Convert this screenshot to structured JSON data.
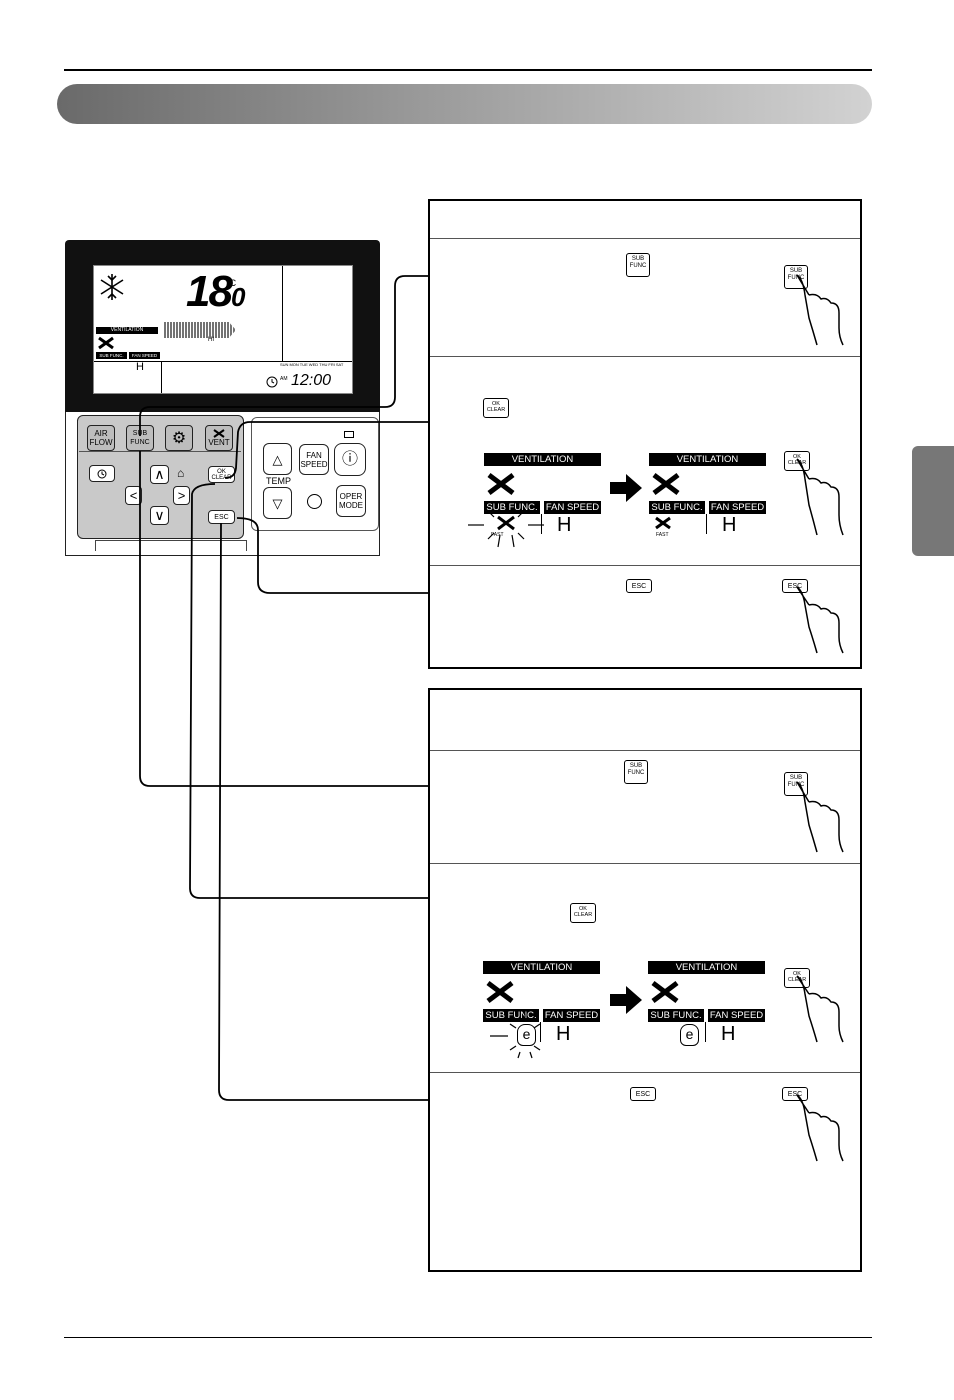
{
  "remote": {
    "lcd_temp": "18",
    "lcd_temp_decimal": "0",
    "lcd_unit": "°C",
    "lcd_ventilation": "VENTILATION",
    "lcd_sub_func": "SUB FUNC.",
    "lcd_fan_speed": "FAN SPEED",
    "lcd_fan_value": "H",
    "lcd_hi": "HI",
    "lcd_days": [
      "SUN",
      "MON",
      "TUE",
      "WED",
      "THU",
      "FRI",
      "SAT"
    ],
    "lcd_am": "AM",
    "lcd_clock": "12:00",
    "btn_air_flow": [
      "AIR",
      "FLOW"
    ],
    "btn_sub_func": [
      "SUB",
      "FUNC"
    ],
    "btn_vent": "VENT",
    "btn_ok_clear": [
      "OK",
      "CLEAR"
    ],
    "btn_esc": "ESC",
    "btn_fan_speed": [
      "FAN",
      "SPEED"
    ],
    "btn_temp": "TEMP",
    "btn_oper_mode": [
      "OPER",
      "MODE"
    ]
  },
  "section1": {
    "step2_bars": {
      "ventilation": "VENTILATION",
      "sub_func": "SUB FUNC.",
      "fan_speed": "FAN SPEED",
      "fan_value": "H",
      "fast": "FAST"
    }
  },
  "section2": {
    "step2_bars": {
      "ventilation": "VENTILATION",
      "sub_func": "SUB FUNC.",
      "fan_speed": "FAN SPEED",
      "fan_value": "H",
      "eco": "e"
    }
  },
  "keys": {
    "sub_func": [
      "SUB",
      "FUNC"
    ],
    "ok_clear": [
      "OK",
      "CLEAR"
    ],
    "esc": "ESC"
  }
}
